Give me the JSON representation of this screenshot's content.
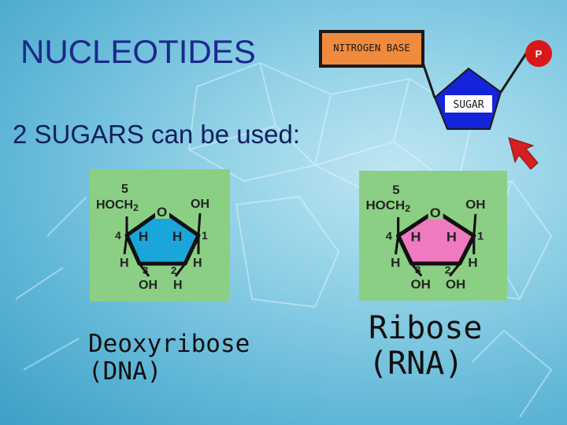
{
  "slide": {
    "title": "NUCLEOTIDES",
    "subtitle": "2 SUGARS can be used:"
  },
  "nucleotide_diagram": {
    "base_label": "NITROGEN BASE",
    "sugar_label": "SUGAR",
    "phosphate_label": "P",
    "colors": {
      "base": "#f08a3c",
      "sugar": "#1424d8",
      "phosphate": "#d81818",
      "arrow": "#d42020"
    }
  },
  "deoxyribose": {
    "top_number": "5",
    "ch2_group": "HOCH",
    "ch2_sub": "2",
    "ring_o": "O",
    "right_oh": "OH",
    "left_num": "4",
    "right_num": "1",
    "ring_h_left": "H",
    "ring_h_right": "H",
    "low_h_left": "H",
    "low_h_right": "H",
    "num_3": "3",
    "num_2": "2",
    "bottom_left": "OH",
    "bottom_right": "H",
    "ring_color": "#1aa6d8",
    "caption_line1": "Deoxyribose",
    "caption_line2": "(DNA)"
  },
  "ribose": {
    "top_number": "5",
    "ch2_group": "HOCH",
    "ch2_sub": "2",
    "ring_o": "O",
    "right_oh": "OH",
    "left_num": "4",
    "right_num": "1",
    "ring_h_left": "H",
    "ring_h_right": "H",
    "low_h_left": "H",
    "low_h_right": "H",
    "num_3": "3",
    "num_2": "2",
    "bottom_left": "OH",
    "bottom_right": "OH",
    "ring_color": "#f07ac0",
    "caption_line1": "Ribose",
    "caption_line2": "(RNA)"
  }
}
